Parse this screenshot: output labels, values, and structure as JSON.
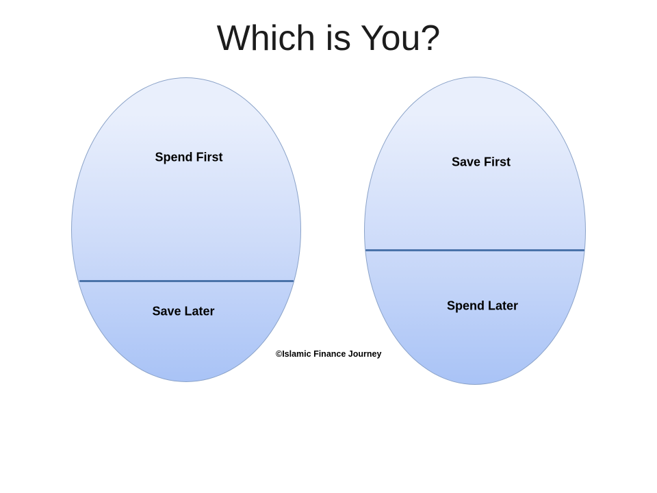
{
  "title": "Which is You?",
  "left_ellipse": {
    "top_label": "Spend First",
    "bottom_label": "Save Later"
  },
  "right_ellipse": {
    "top_label": "Save First",
    "bottom_label": "Spend Later"
  },
  "watermark": "©Islamic Finance Journey",
  "colors": {
    "background": "#ffffff",
    "title_text": "#1c1c1c",
    "label_text": "#000000",
    "ellipse_fill_top": "#e9effc",
    "ellipse_fill_mid": "#cddbf9",
    "ellipse_fill_bottom": "#a9c3f6",
    "ellipse_border": "#8aa2c8",
    "divider_line": "#4a73a9"
  }
}
